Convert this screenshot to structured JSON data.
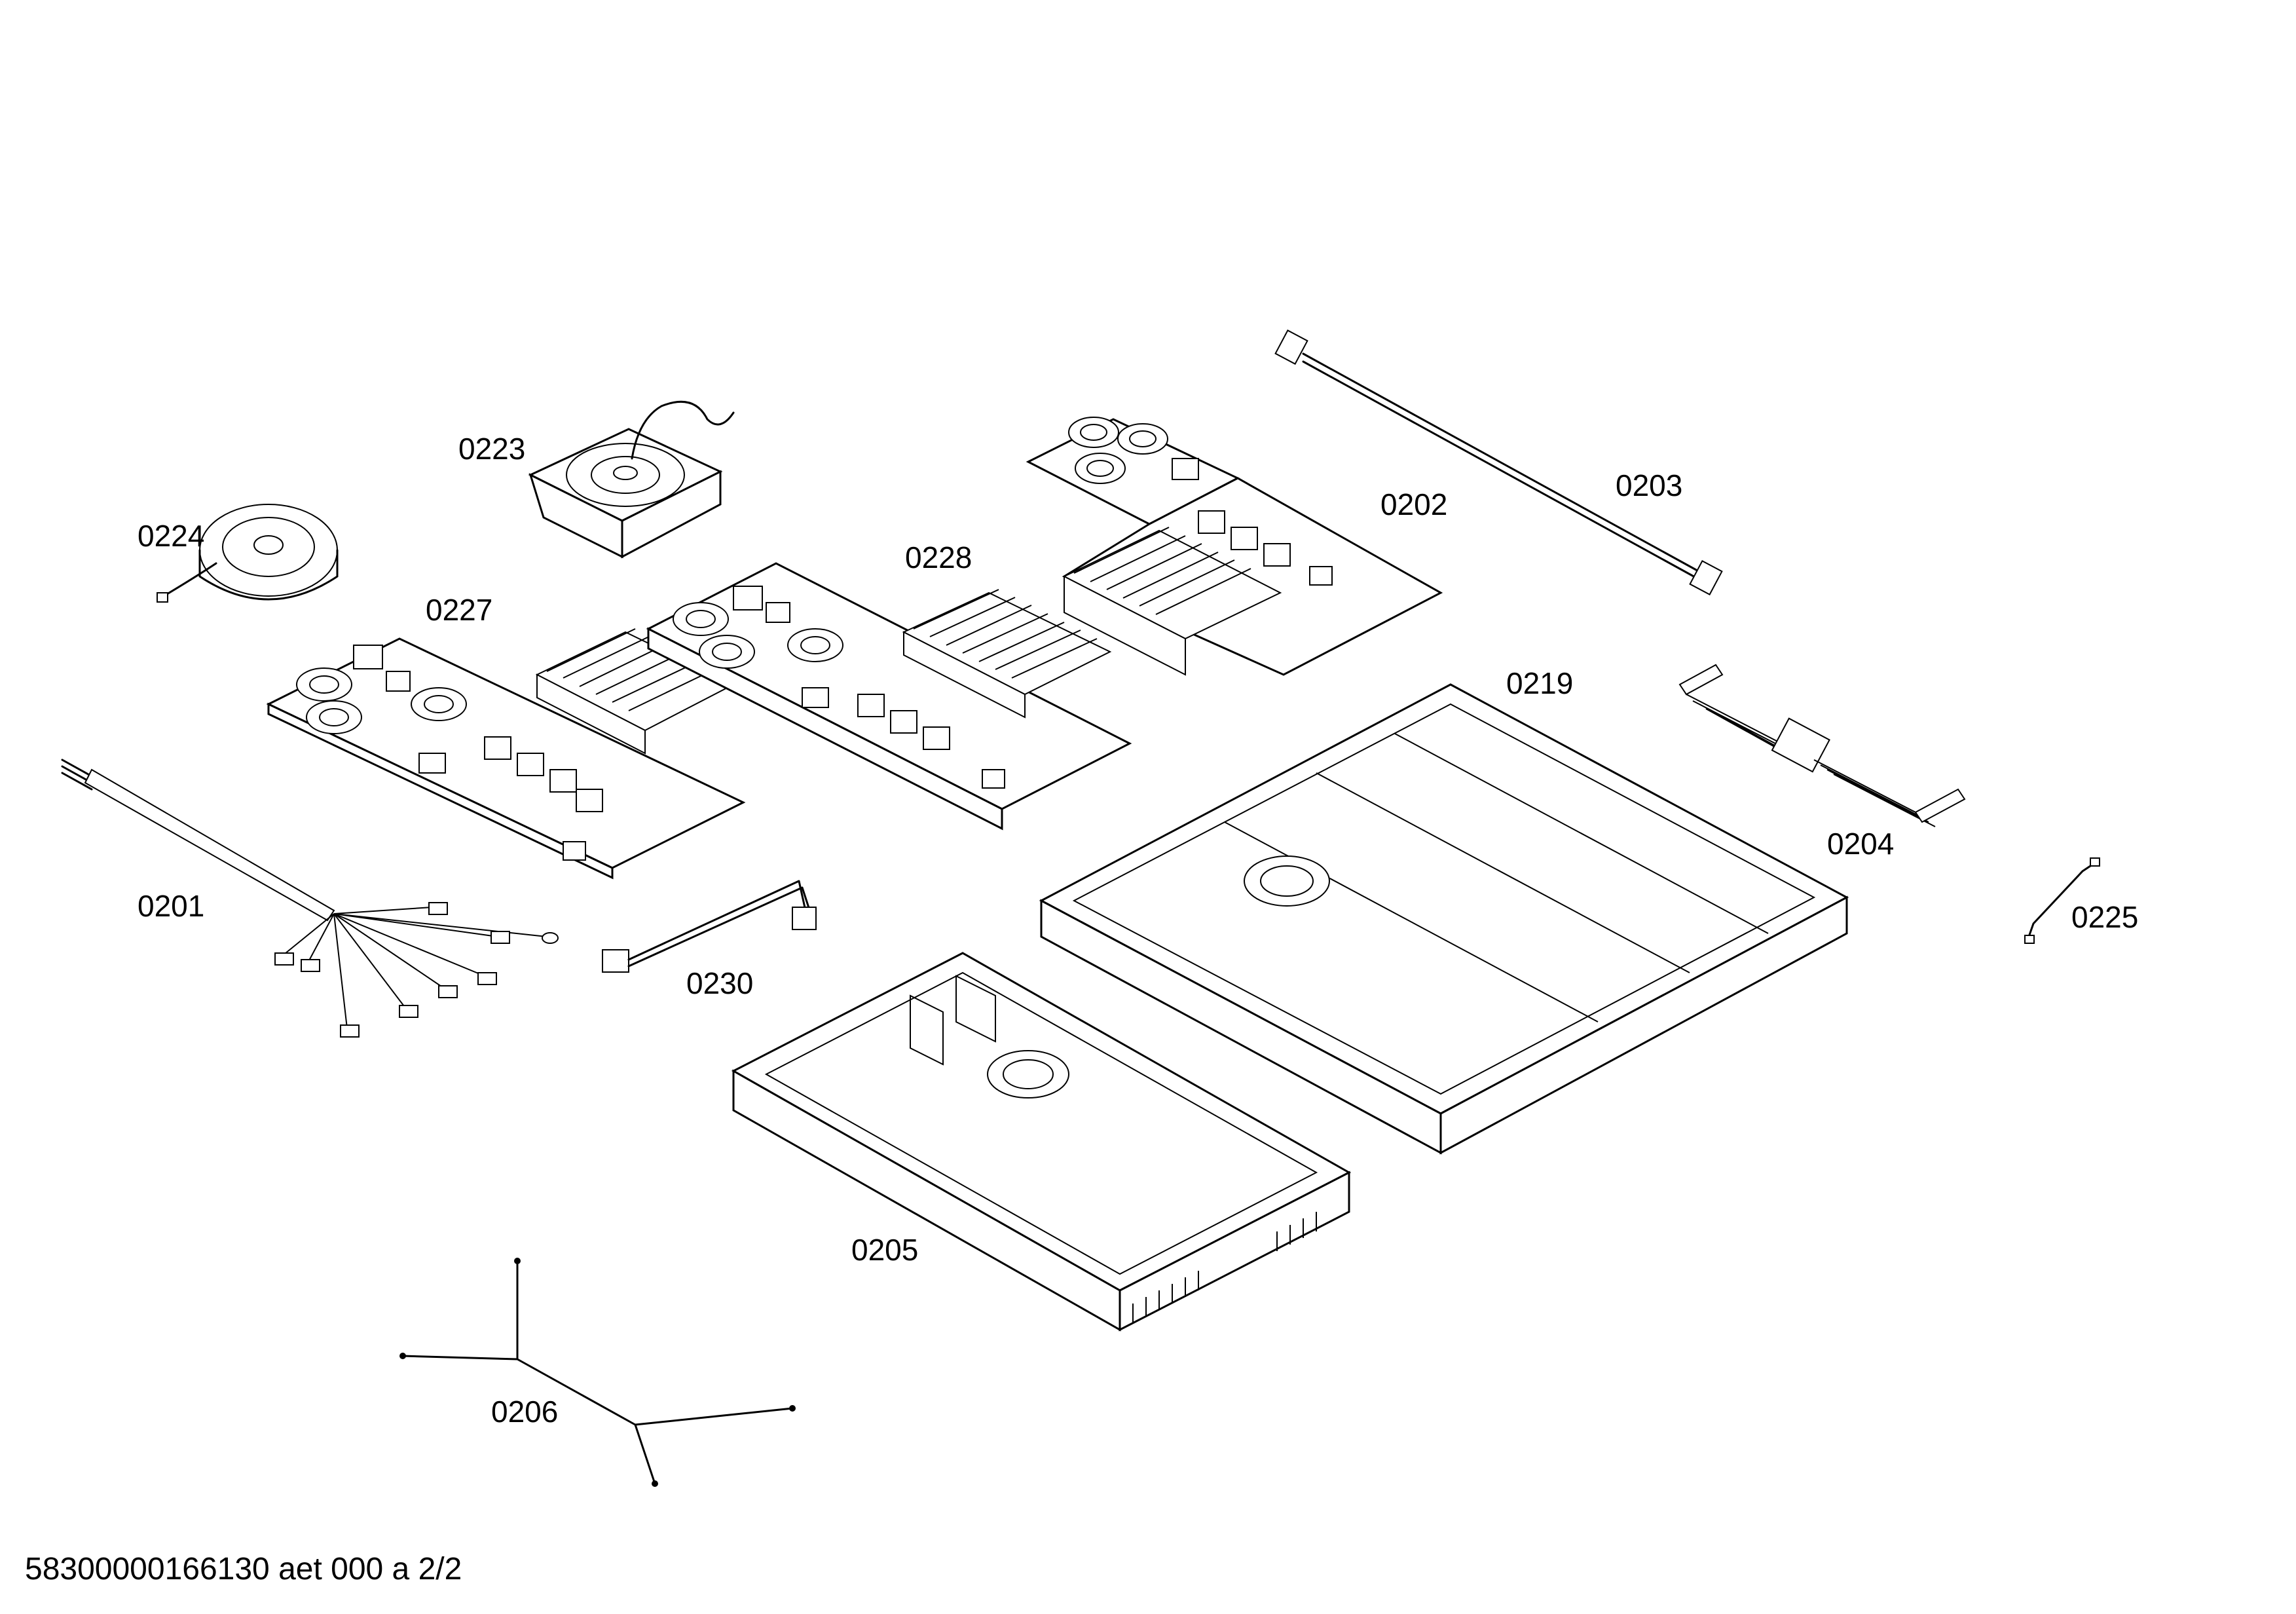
{
  "parts": [
    {
      "id": "0201",
      "label": "0201"
    },
    {
      "id": "0202",
      "label": "0202"
    },
    {
      "id": "0203",
      "label": "0203"
    },
    {
      "id": "0204",
      "label": "0204"
    },
    {
      "id": "0205",
      "label": "0205"
    },
    {
      "id": "0206",
      "label": "0206"
    },
    {
      "id": "0219",
      "label": "0219"
    },
    {
      "id": "0223",
      "label": "0223"
    },
    {
      "id": "0224",
      "label": "0224"
    },
    {
      "id": "0225",
      "label": "0225"
    },
    {
      "id": "0227",
      "label": "0227"
    },
    {
      "id": "0228",
      "label": "0228"
    },
    {
      "id": "0230",
      "label": "0230"
    }
  ],
  "footer": {
    "code": "58300000166130 aet 000 a 2/2"
  }
}
